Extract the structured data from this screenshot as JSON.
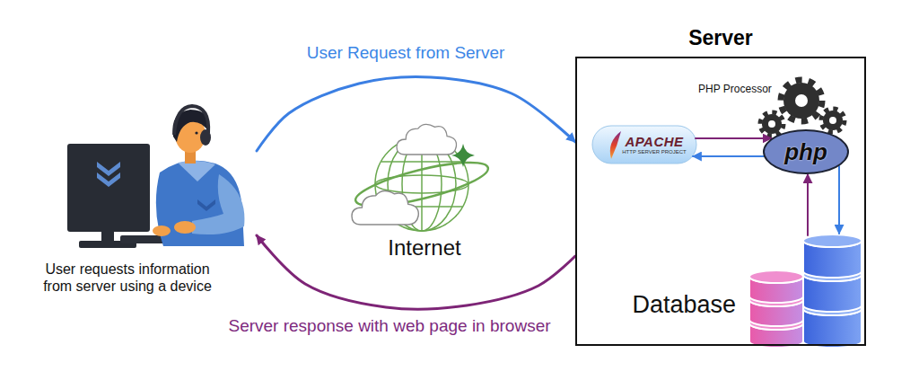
{
  "diagram": {
    "nodes": [
      {
        "text": [
          "User requests information from server using a device"
        ]
      },
      {
        "text": [
          "Server"
        ]
      },
      {
        "text": [
          "APACHE",
          "HTTP SERVER PROJECT"
        ],
        "in": 1
      },
      {
        "text": [
          "PHP Processor",
          "php"
        ],
        "in": 1
      },
      {
        "text": [
          "Database"
        ],
        "in": 1
      }
    ],
    "edges": [
      {
        "from": 0,
        "to": 1,
        "label": "User Request from Server",
        "arrow": "to"
      },
      {
        "from": 1,
        "to": 0,
        "label": "Server response with web page in browser",
        "arrow": "to"
      },
      {
        "from": 2,
        "to": 3,
        "arrow": "to"
      },
      {
        "from": 3,
        "to": 2,
        "arrow": "to"
      },
      {
        "from": 3,
        "to": 4,
        "arrow": "to"
      },
      {
        "from": 4,
        "to": 3,
        "arrow": "to"
      }
    ],
    "labels": [
      "Internet"
    ]
  }
}
